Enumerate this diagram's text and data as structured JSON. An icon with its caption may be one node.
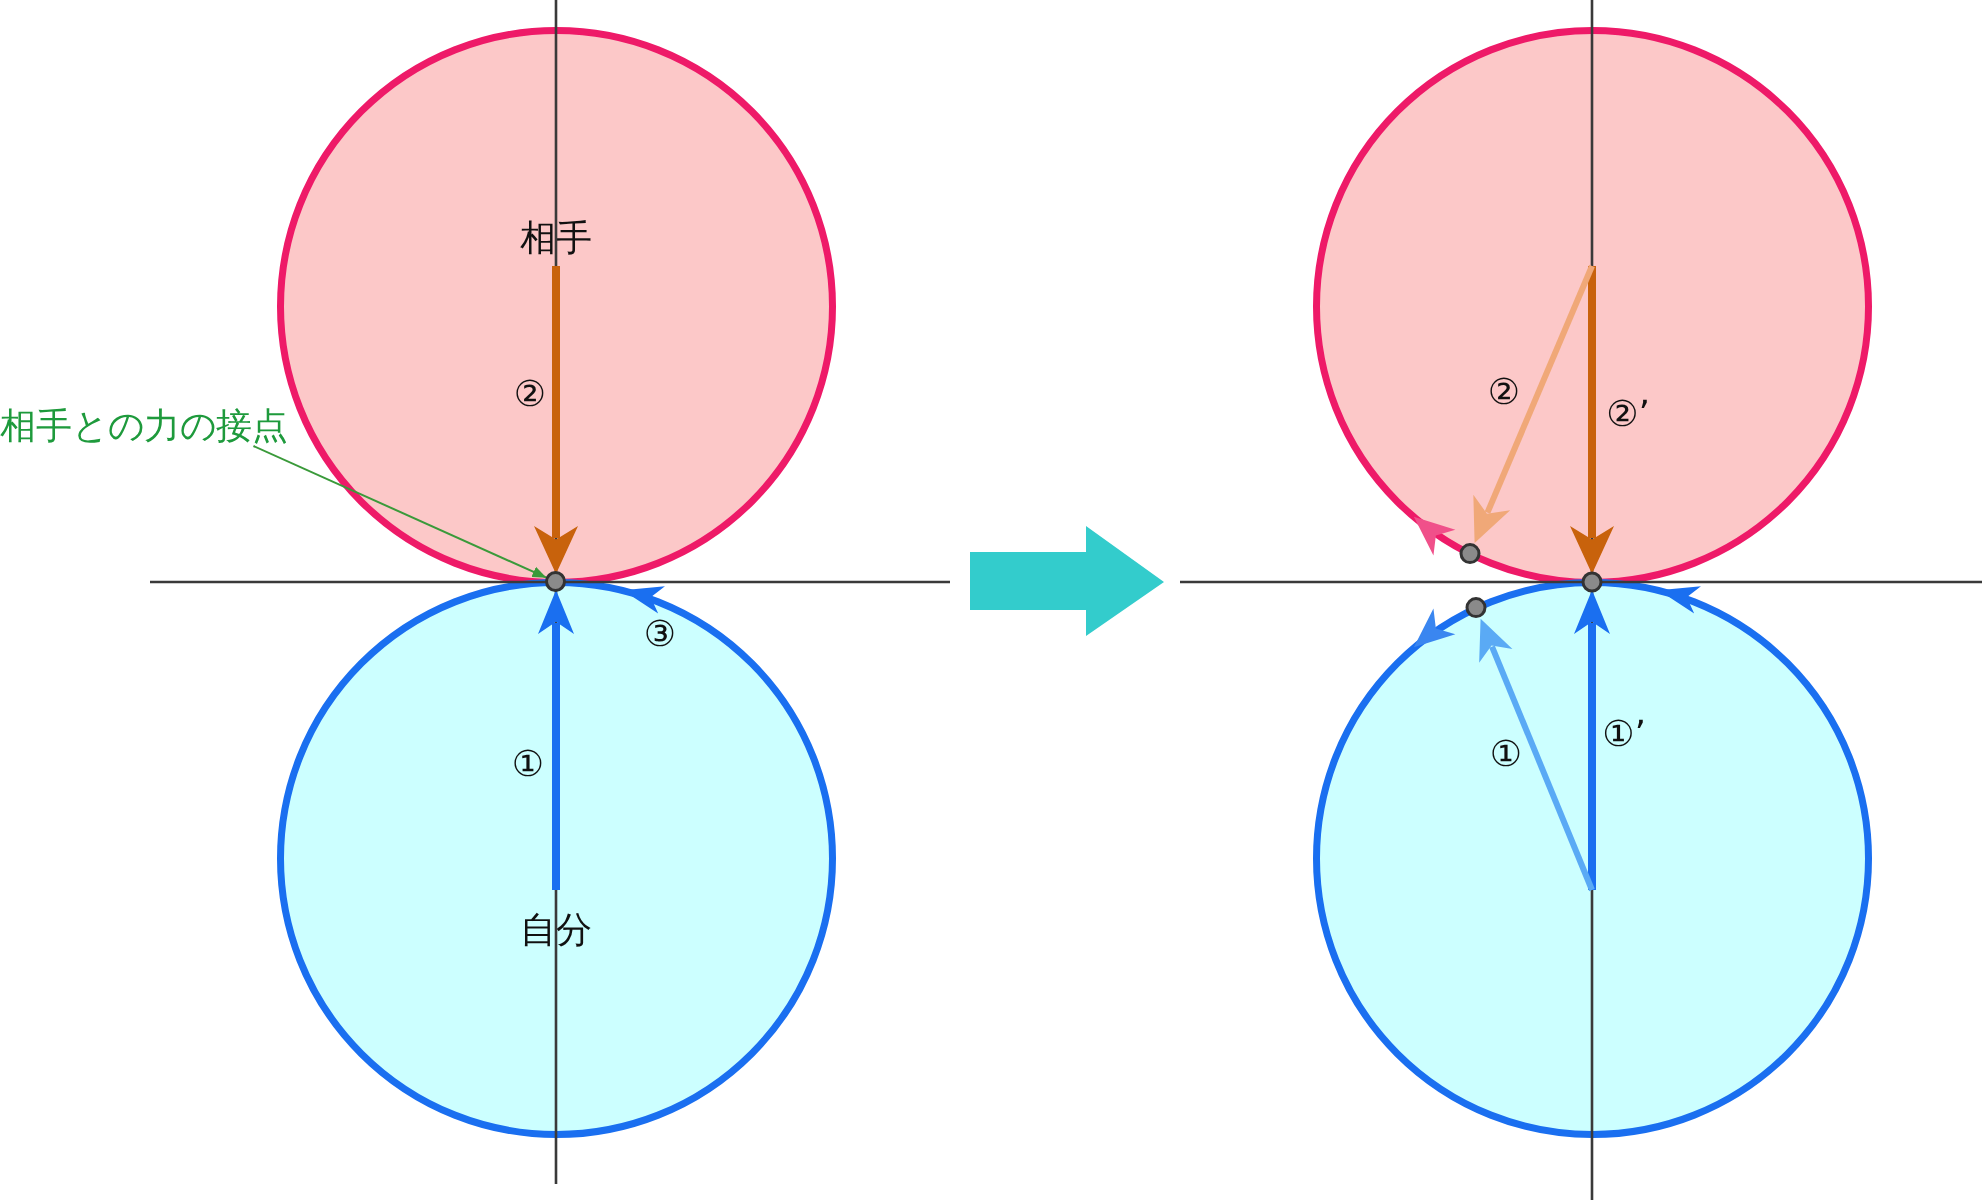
{
  "diagram": {
    "nodes": [
      {
        "text": [
          "相手"
        ]
      },
      {
        "text": [
          "自分"
        ]
      },
      {
        "text": [
          "相手との力の接点"
        ]
      },
      {
        "text": [],
        "shape": "circle"
      },
      {
        "text": [],
        "shape": "circle"
      },
      {
        "text": [],
        "shape": "circle"
      }
    ],
    "edges": [
      {
        "from": 2,
        "to": 3,
        "arrow": "to"
      }
    ],
    "labels": [
      "②",
      "③",
      "①",
      "②",
      "②’",
      "①",
      "①’"
    ]
  }
}
